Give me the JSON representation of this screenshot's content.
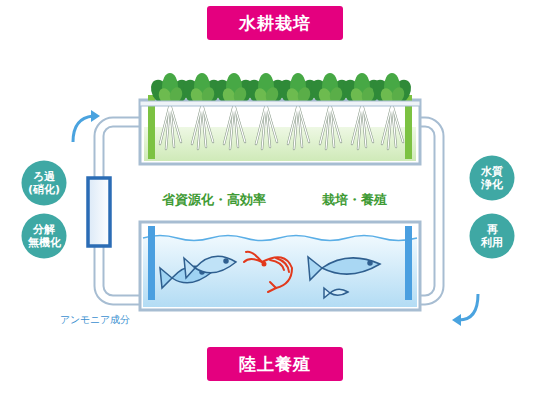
{
  "diagram": {
    "nodes": [
      {
        "text": [
          "水耕栽培"
        ]
      },
      {
        "text": [
          "ろ過 (硝化)"
        ]
      },
      {
        "text": [
          "水質 浄化"
        ]
      },
      {
        "text": [
          "分解 無機化"
        ]
      },
      {
        "text": [
          "再 利用"
        ]
      },
      {
        "text": [
          "陸上養殖"
        ]
      }
    ],
    "labels": [
      "省資源化・高効率",
      "栽培・養殖",
      "アンモニア成分"
    ]
  }
}
